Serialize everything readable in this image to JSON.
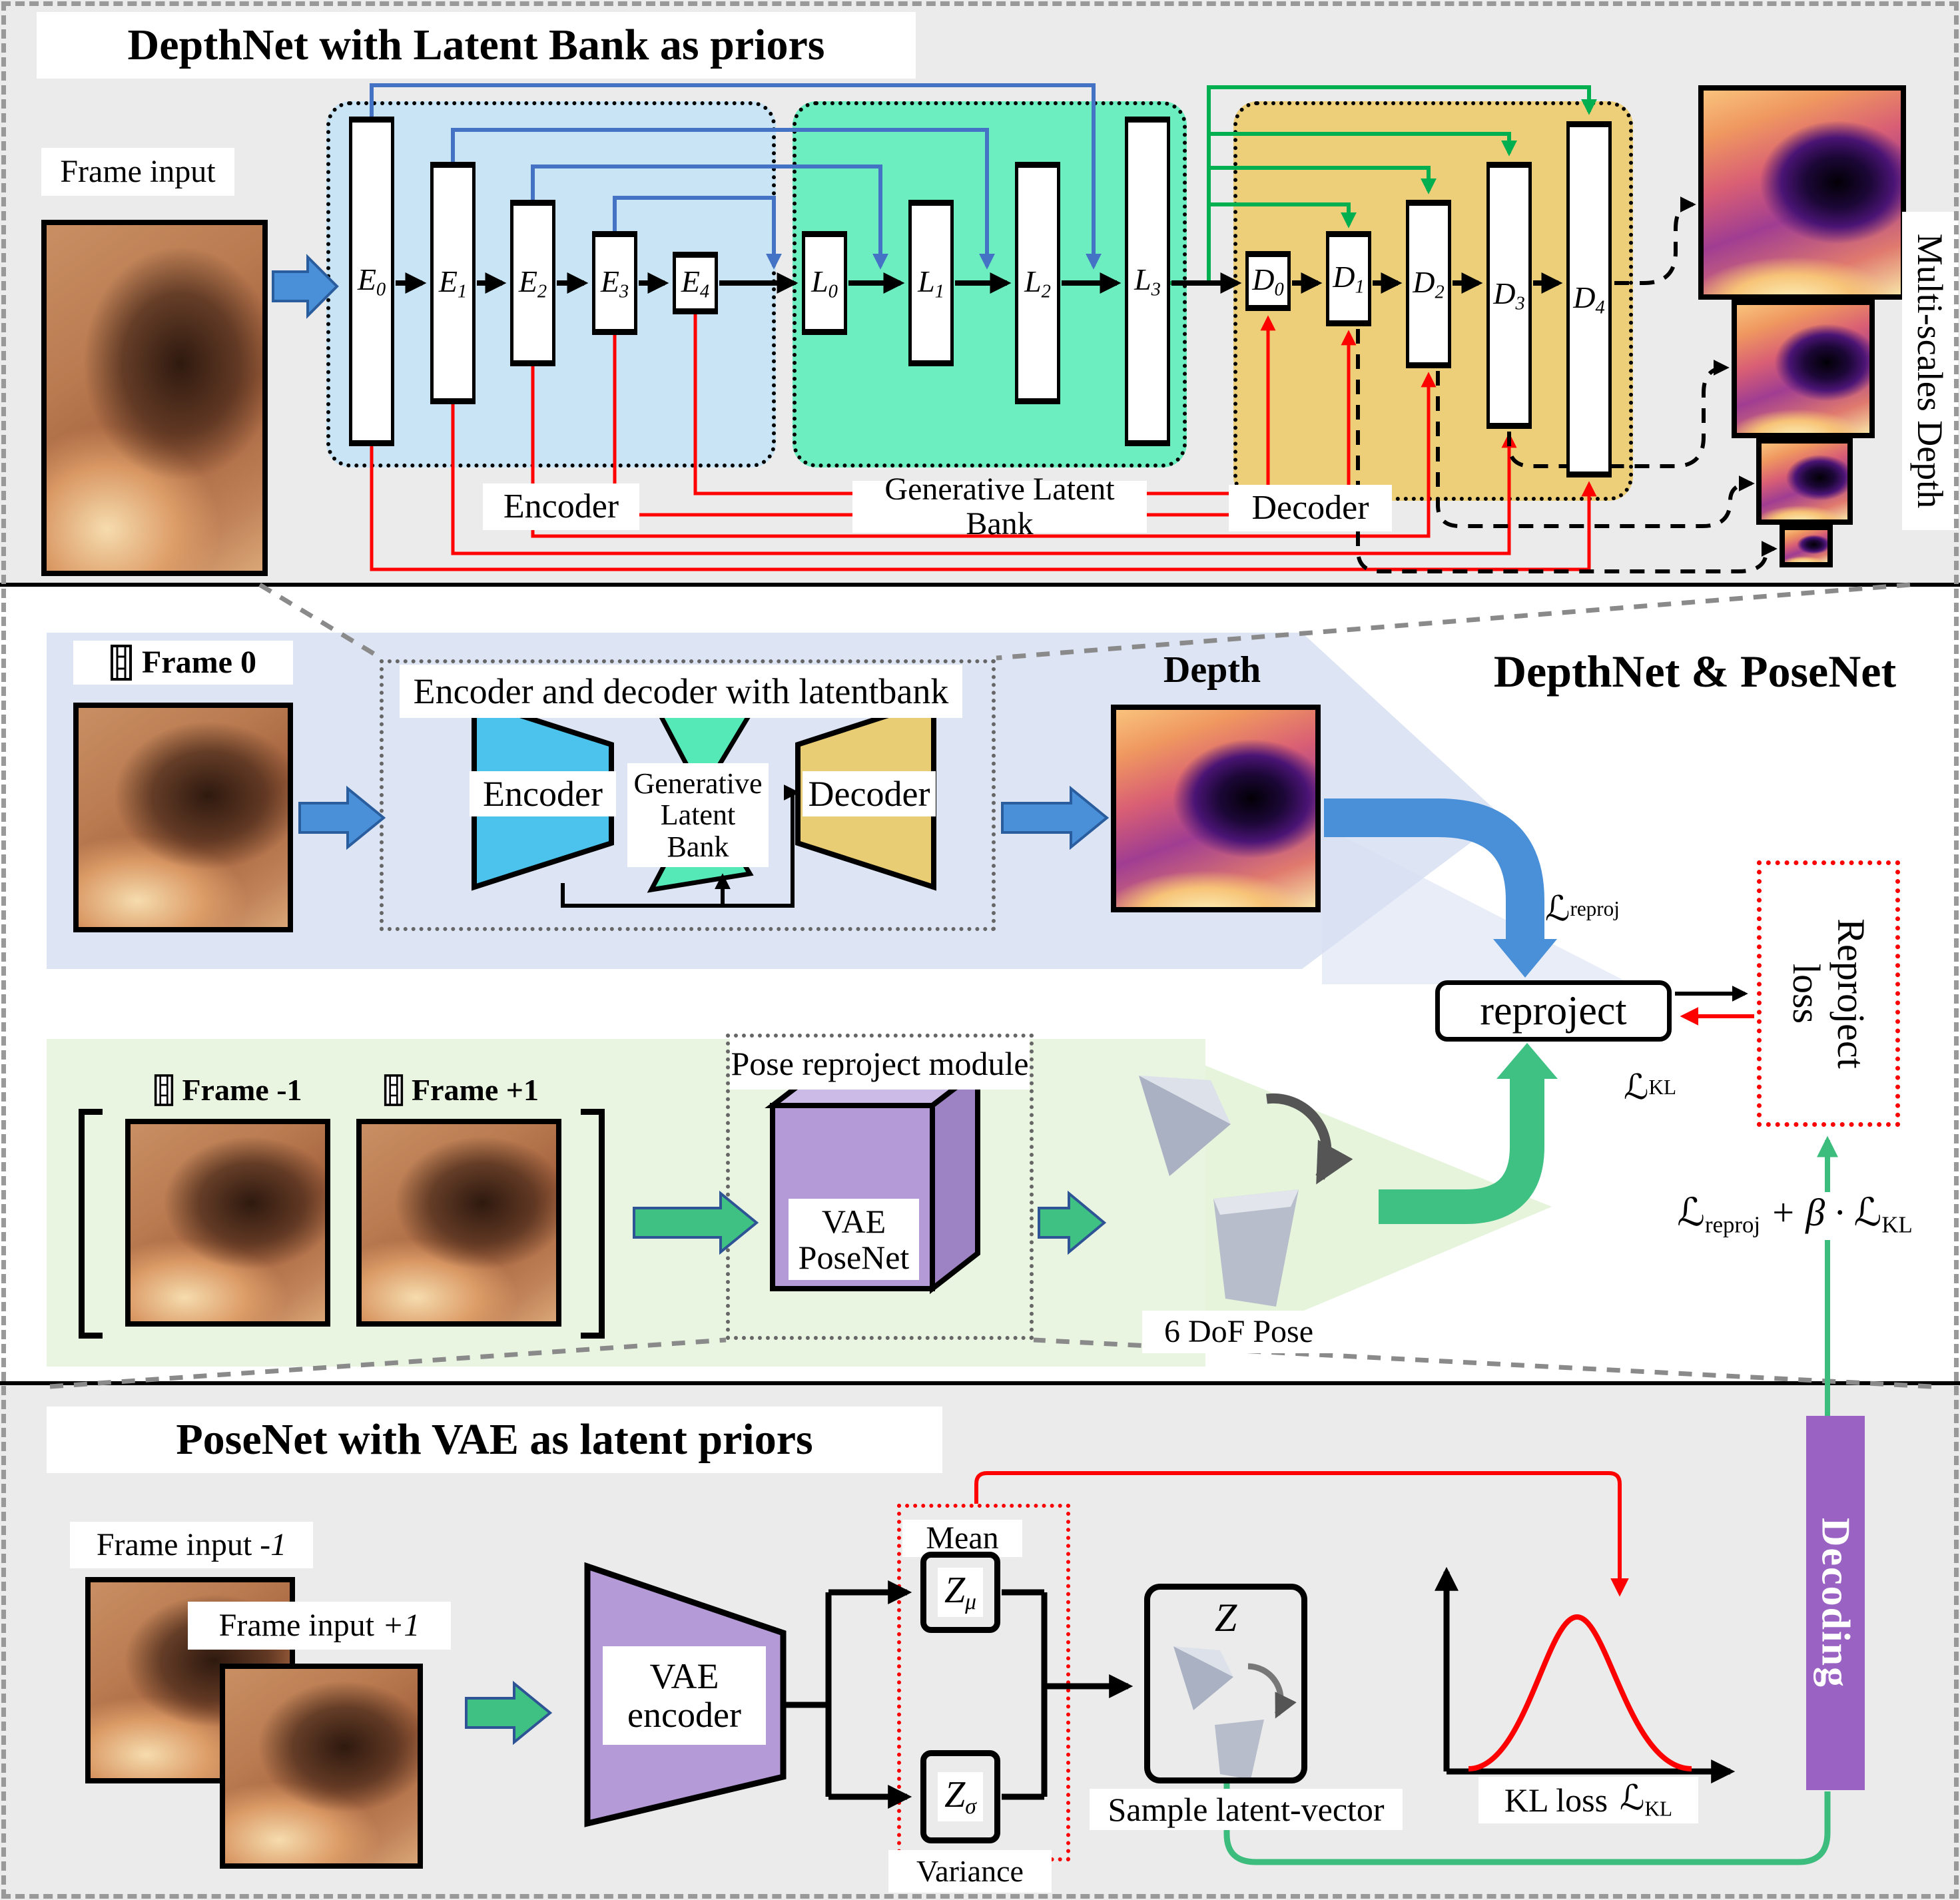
{
  "g": {
    "L": "ℒ",
    "formula_mid": " + β · "
  },
  "icons": {
    "film": "film-strip-icon",
    "rotate": "rotation-arrow-icon"
  },
  "colors": {
    "section_bg": "#ebebeb",
    "encoder_box": "#c9e4f4",
    "latent_box": "#6ceec1",
    "decoder_box": "#eccf78",
    "skip_blue": "#4472c4",
    "skip_green": "#00b050",
    "wire_red": "#fe0000",
    "arrow_blue": "#4a90d9",
    "arrow_green": "#3fc184",
    "trap_encoder": "#4cc3ec",
    "trap_latent": "#55e9b8",
    "trap_decoder": "#e9cd74",
    "vae_purple": "#b49ad7",
    "decoding_bar": "#9a62c3"
  },
  "top": {
    "title": "DepthNet with Latent Bank as priors",
    "frame_input": "Frame input",
    "encoder": "Encoder",
    "latent_bank": "Generative Latent Bank",
    "decoder": "Decoder",
    "multiscale": "Multi-scales Depth",
    "enc": [
      {
        "b": "E",
        "s": "0"
      },
      {
        "b": "E",
        "s": "1"
      },
      {
        "b": "E",
        "s": "2"
      },
      {
        "b": "E",
        "s": "3"
      },
      {
        "b": "E",
        "s": "4"
      }
    ],
    "lat": [
      {
        "b": "L",
        "s": "0"
      },
      {
        "b": "L",
        "s": "1"
      },
      {
        "b": "L",
        "s": "2"
      },
      {
        "b": "L",
        "s": "3"
      }
    ],
    "dec": [
      {
        "b": "D",
        "s": "0"
      },
      {
        "b": "D",
        "s": "1"
      },
      {
        "b": "D",
        "s": "2"
      },
      {
        "b": "D",
        "s": "3"
      },
      {
        "b": "D",
        "s": "4"
      }
    ]
  },
  "middle": {
    "title": "DepthNet & PoseNet",
    "frame0": "Frame 0",
    "box_label": "Encoder and decoder with latentbank",
    "encoder": "Encoder",
    "latent_bank": "Generative Latent Bank",
    "decoder": "Decoder",
    "depth": "Depth",
    "reproject": "reproject",
    "reproj_loss_1": "Reproject",
    "reproj_loss_2": "loss",
    "reproj_sub": "reproj",
    "kl_sub": "KL",
    "pose_box": "Pose reproject module",
    "frame_m1": "Frame -1",
    "frame_p1": "Frame +1",
    "vae1": "VAE",
    "vae2": "PoseNet",
    "dof": "6 DoF Pose"
  },
  "bottom": {
    "title": "PoseNet with VAE as latent priors",
    "frame_m1_text": "Frame input ",
    "frame_m1_num": "-1",
    "frame_p1_text": "Frame input ",
    "frame_p1_num": "+1",
    "vae1": "VAE",
    "vae2": "encoder",
    "mean": "Mean",
    "variance": "Variance",
    "z": "Z",
    "z_sub_mu": "μ",
    "z_sub_sigma": "σ",
    "sample": "Sample latent-vector",
    "kl_text": "KL loss",
    "kl_sub": "KL",
    "decoding": "Decoding"
  }
}
